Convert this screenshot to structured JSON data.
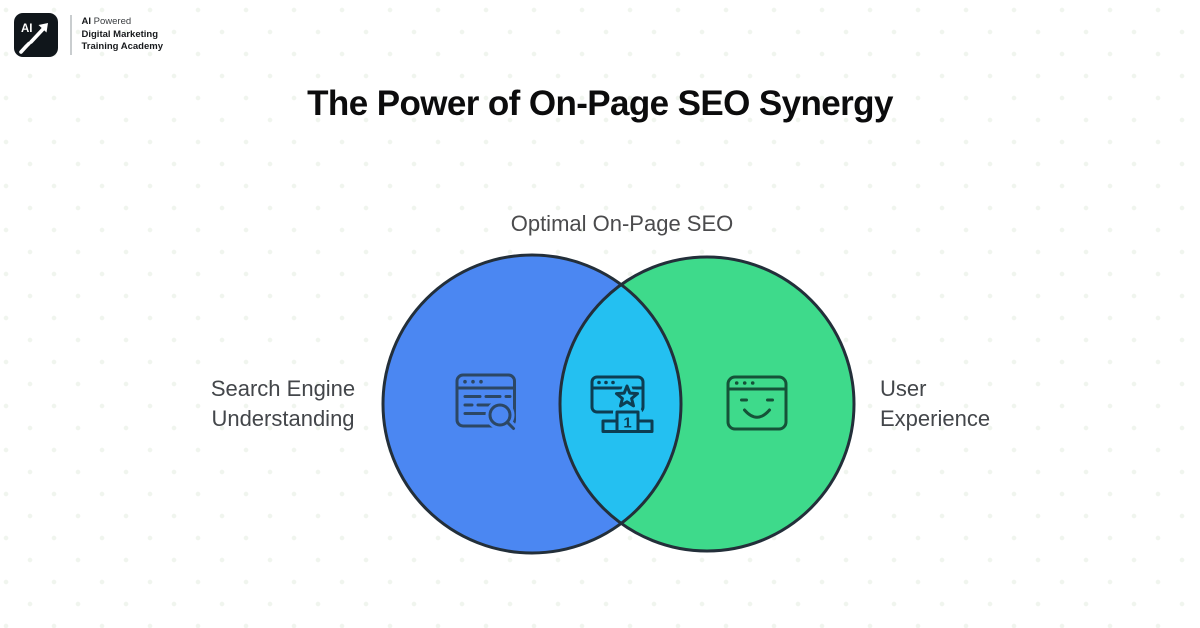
{
  "logo": {
    "badge_text": "AI",
    "line1_bold": "AI",
    "line1_rest": " Powered",
    "line2": "Digital Marketing",
    "line3": "Training Academy"
  },
  "title": "The Power of On-Page SEO Synergy",
  "venn": {
    "overlap_label": "Optimal On-Page SEO",
    "left": {
      "label_line1": "Search Engine",
      "label_line2": "Understanding",
      "icon": "browser-search-icon"
    },
    "right": {
      "label_line1": "User",
      "label_line2": "Experience",
      "icon": "browser-smile-icon"
    },
    "overlap": {
      "icon": "browser-rank-first-icon",
      "podium_rank": "1"
    }
  },
  "palette": {
    "left_circle": "#4b87f2",
    "right_circle": "#3eda8b",
    "overlap": "#24c0f1",
    "circle_outline": "#232f3a",
    "title_color": "#0c0c0d",
    "label_color": "#43464a"
  }
}
